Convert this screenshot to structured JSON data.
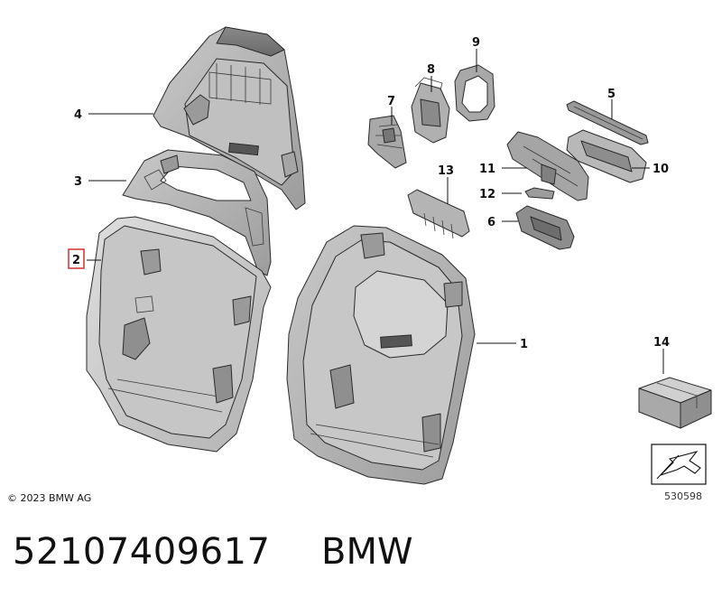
{
  "diagram": {
    "callouts": {
      "c1": "1",
      "c2": "2",
      "c3": "3",
      "c4": "4",
      "c5": "5",
      "c6": "6",
      "c7": "7",
      "c8": "8",
      "c9": "9",
      "c10": "10",
      "c11": "11",
      "c12": "12",
      "c13": "13",
      "c14": "14"
    },
    "highlighted_callout": "2",
    "highlight_color": "#d0312d",
    "part_fill": "#b4b4b4",
    "part_fill_dark": "#7a7a7a",
    "part_fill_light": "#d2d2d2",
    "copyright": "© 2023 BMW AG",
    "diagram_number": "530598"
  },
  "footer": {
    "part_number": "52107409617",
    "brand": "BMW"
  }
}
